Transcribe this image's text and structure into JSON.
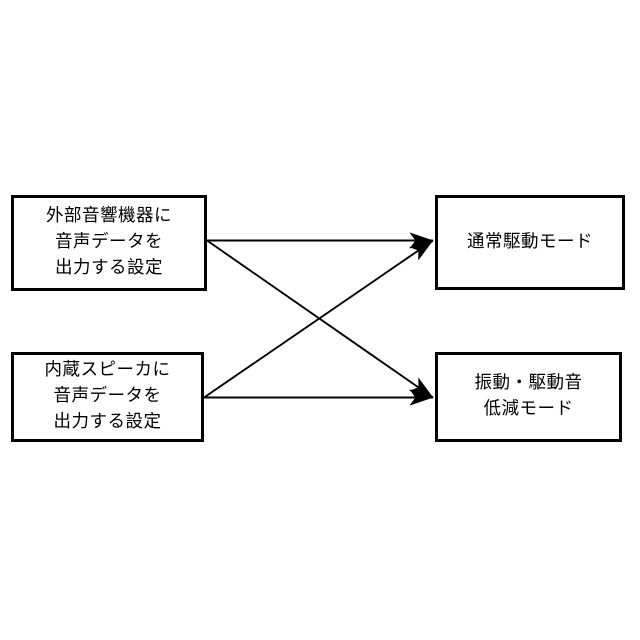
{
  "diagram": {
    "background_color": "#ffffff",
    "line_color": "#000000",
    "text_color": "#000000",
    "nodes": [
      {
        "id": "src-external",
        "role": "source",
        "label": "外部音響機器に\n音声データを\n出力する設定"
      },
      {
        "id": "src-internal",
        "role": "source",
        "label": "内蔵スピーカに\n音声データを\n出力する設定"
      },
      {
        "id": "dst-normal",
        "role": "destination",
        "label": "通常駆動モード"
      },
      {
        "id": "dst-quiet",
        "role": "destination",
        "label": "振動・駆動音\n低減モード"
      }
    ],
    "edges": [
      {
        "id": "edge-external-to-normal",
        "from": "src-external",
        "to": "dst-normal",
        "style": "solid",
        "arrowhead": "filled-triangle"
      },
      {
        "id": "edge-external-to-quiet",
        "from": "src-external",
        "to": "dst-quiet",
        "style": "solid",
        "arrowhead": "filled-triangle"
      },
      {
        "id": "edge-internal-to-normal",
        "from": "src-internal",
        "to": "dst-normal",
        "style": "solid",
        "arrowhead": "filled-triangle"
      },
      {
        "id": "edge-internal-to-quiet",
        "from": "src-internal",
        "to": "dst-quiet",
        "style": "solid",
        "arrowhead": "filled-triangle"
      }
    ]
  }
}
